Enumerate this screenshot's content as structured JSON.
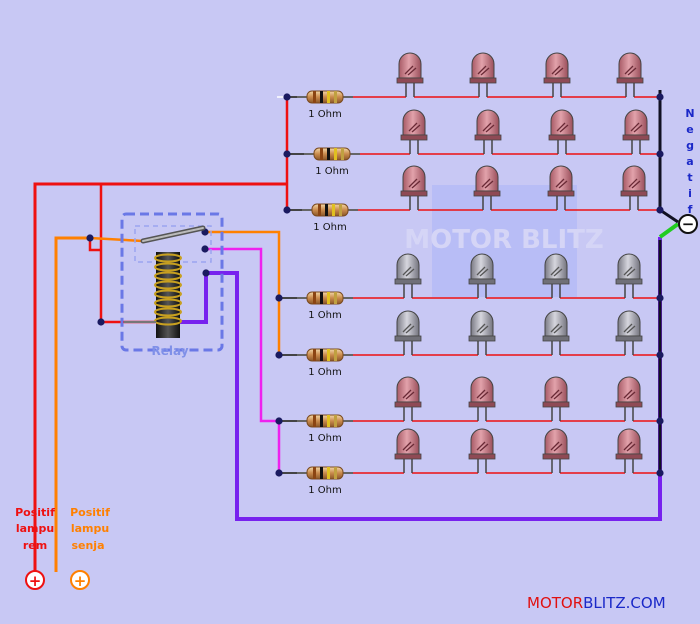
{
  "labels": {
    "resistor_value": "1 Ohm",
    "relay": "Relay",
    "negatif": "Negatif",
    "positif_rem": [
      "Positif",
      "lampu",
      "rem"
    ],
    "positif_senja": [
      "Positif",
      "lampu",
      "senja"
    ],
    "plus_symbol": "+",
    "minus_symbol": "−",
    "brand_motor": "MOTOR",
    "brand_blitz": "BLITZ.COM",
    "watermark": "MOTOR BLITZ"
  },
  "colors": {
    "background": "#c8c8f4",
    "rem_wire": "#ee1111",
    "senja_wire": "#ff8000",
    "relay_out_wire": "#ee22ee",
    "ground_wire": "#7722ee",
    "bus": "#111122",
    "led_red": "#c97b86",
    "led_grey": "#9c9ca6",
    "brand_red": "#e01010",
    "brand_blue": "#1a28c8"
  },
  "rows": [
    {
      "color": "red",
      "bus": "rem"
    },
    {
      "color": "red",
      "bus": "rem"
    },
    {
      "color": "red",
      "bus": "rem"
    },
    {
      "color": "grey",
      "bus": "senja"
    },
    {
      "color": "grey",
      "bus": "senja"
    },
    {
      "color": "red",
      "bus": "relay"
    },
    {
      "color": "red",
      "bus": "relay"
    }
  ]
}
